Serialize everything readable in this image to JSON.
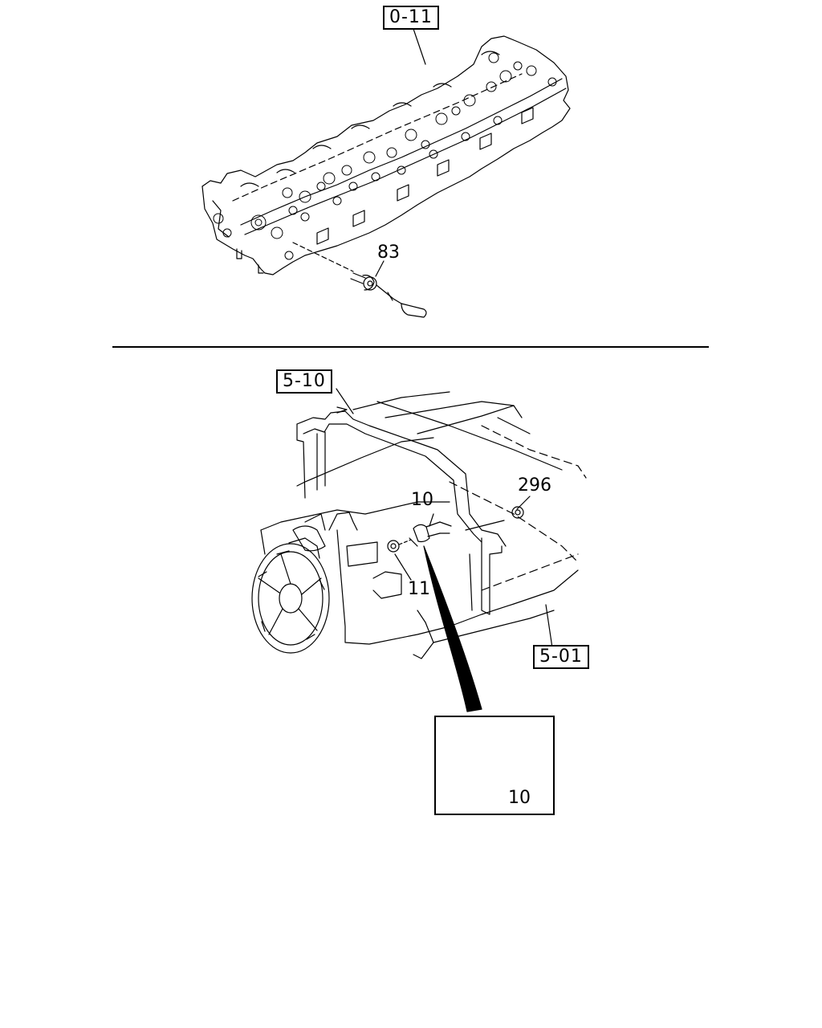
{
  "references": {
    "ref_0_11": "0-11",
    "ref_5_10": "5-10",
    "ref_5_01": "5-01"
  },
  "part_numbers": {
    "p83": "83",
    "p296": "296",
    "p10_main": "10",
    "p11": "11",
    "p10_inset": "10"
  }
}
